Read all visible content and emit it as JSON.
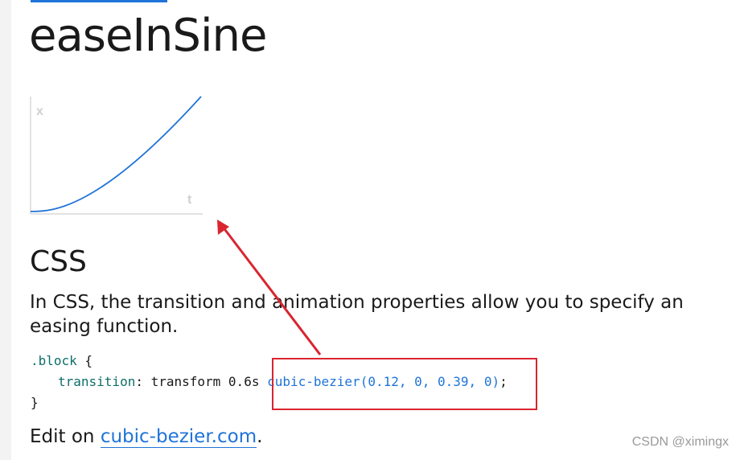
{
  "page": {
    "title": "easeInSine",
    "accent_color": "#1f73d8"
  },
  "graph": {
    "x_label": "x",
    "t_label": "t",
    "curve": {
      "x1": 0.12,
      "y1": 0,
      "x2": 0.39,
      "y2": 0
    },
    "curve_color": "#1f73d8"
  },
  "css_section": {
    "heading": "CSS",
    "description": "In CSS, the transition and animation properties allow you to specify an easing function.",
    "code": {
      "selector": ".block",
      "open_brace": " {",
      "property": "transition",
      "colon": ": ",
      "value_prefix": "transform 0.6s ",
      "function": "cubic-bezier(0.12, 0, 0.39, 0)",
      "semicolon": ";",
      "close_brace": "}"
    },
    "edit_prefix": "Edit on ",
    "edit_link": "cubic-bezier.com",
    "edit_suffix": "."
  },
  "annotation": {
    "color": "#d9252f",
    "arrow_icon": "red-arrow-icon"
  },
  "watermark": "CSDN @ximingx"
}
